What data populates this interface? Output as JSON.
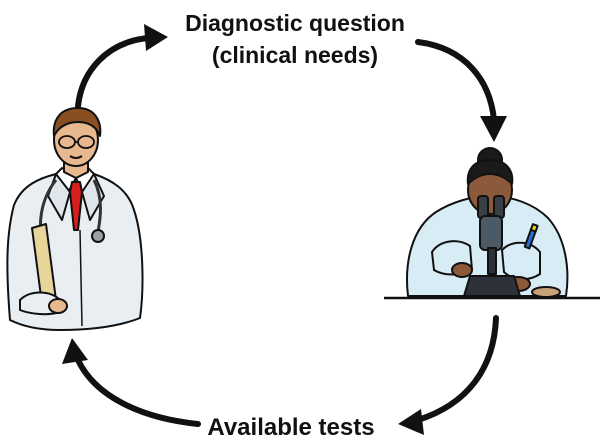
{
  "diagram": {
    "top_label_line1": "Diagnostic question",
    "top_label_line2": "(clinical needs)",
    "bottom_label": "Available tests"
  },
  "colors": {
    "ink": "#111111",
    "coat": "#e9eef2",
    "lab_coat": "#d7ecf4",
    "tie": "#d81e1e",
    "skin": "#e8b98f",
    "dark_skin": "#8a5a3a",
    "clipboard": "#e8d59a"
  }
}
